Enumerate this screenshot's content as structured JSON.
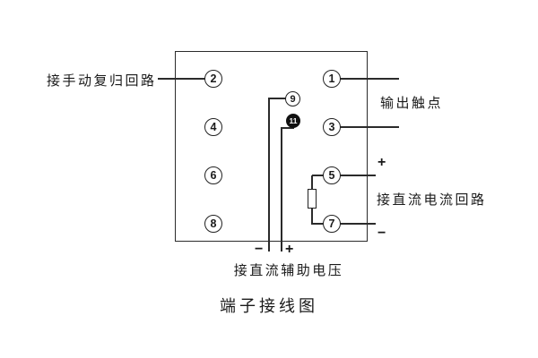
{
  "title": "端子接线图",
  "labels": {
    "manual_reset": "接手动复归回路",
    "output_contact": "输出触点",
    "dc_current_loop": "接直流电流回路",
    "dc_aux_voltage": "接直流辅助电压",
    "plus_right": "+",
    "minus_right": "−",
    "minus_bottom": "−",
    "plus_bottom": "+"
  },
  "terminals": [
    {
      "id": "2",
      "label": "2"
    },
    {
      "id": "4",
      "label": "4"
    },
    {
      "id": "6",
      "label": "6"
    },
    {
      "id": "8",
      "label": "8"
    },
    {
      "id": "1",
      "label": "1"
    },
    {
      "id": "3",
      "label": "3"
    },
    {
      "id": "5",
      "label": "5"
    },
    {
      "id": "7",
      "label": "7"
    },
    {
      "id": "9",
      "label": "9"
    },
    {
      "id": "11",
      "label": "11"
    }
  ],
  "colors": {
    "ink": "#2b2b2b",
    "background": "#ffffff"
  }
}
